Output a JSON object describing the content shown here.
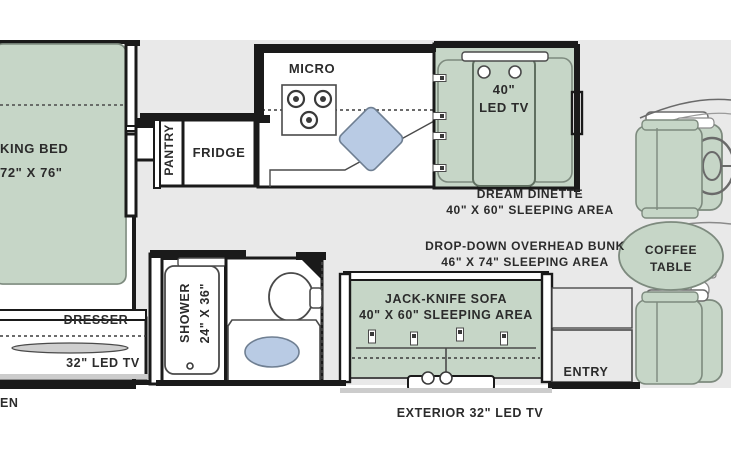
{
  "floorplan": {
    "title": "RV Floorplan",
    "colors": {
      "wall": "#1a1a1a",
      "furniture_green": "#c6d6c7",
      "water_blue": "#b9cbe4",
      "floor_gray": "#e9e9e9",
      "interior_white": "#ffffff",
      "outline_gray": "#7d8a7e",
      "text": "#2b2b2b"
    },
    "labels": {
      "king_bed": "KING BED",
      "king_bed_size": "72\" X 76\"",
      "pantry": "PANTRY",
      "fridge": "FRIDGE",
      "micro": "MICRO",
      "led_tv_40_line1": "40\"",
      "led_tv_40_line2": "LED TV",
      "dream_dinette": "DREAM DINETTE",
      "dream_dinette_size": "40\" X 60\" SLEEPING AREA",
      "overhead_bunk": "DROP-DOWN OVERHEAD BUNK",
      "overhead_bunk_size": "46\" X 74\" SLEEPING AREA",
      "coffee_table_line1": "COFFEE",
      "coffee_table_line2": "TABLE",
      "jack_knife_sofa": "JACK-KNIFE SOFA",
      "jack_knife_sofa_size": "40\" X  60\" SLEEPING AREA",
      "shower": "SHOWER",
      "shower_size": "24\" X 36\"",
      "dresser": "DRESSER",
      "led_tv_32": "32\" LED TV",
      "entry": "ENTRY",
      "exterior_tv": "EXTERIOR 32\" LED TV",
      "kitchen_partial": "EN"
    }
  }
}
